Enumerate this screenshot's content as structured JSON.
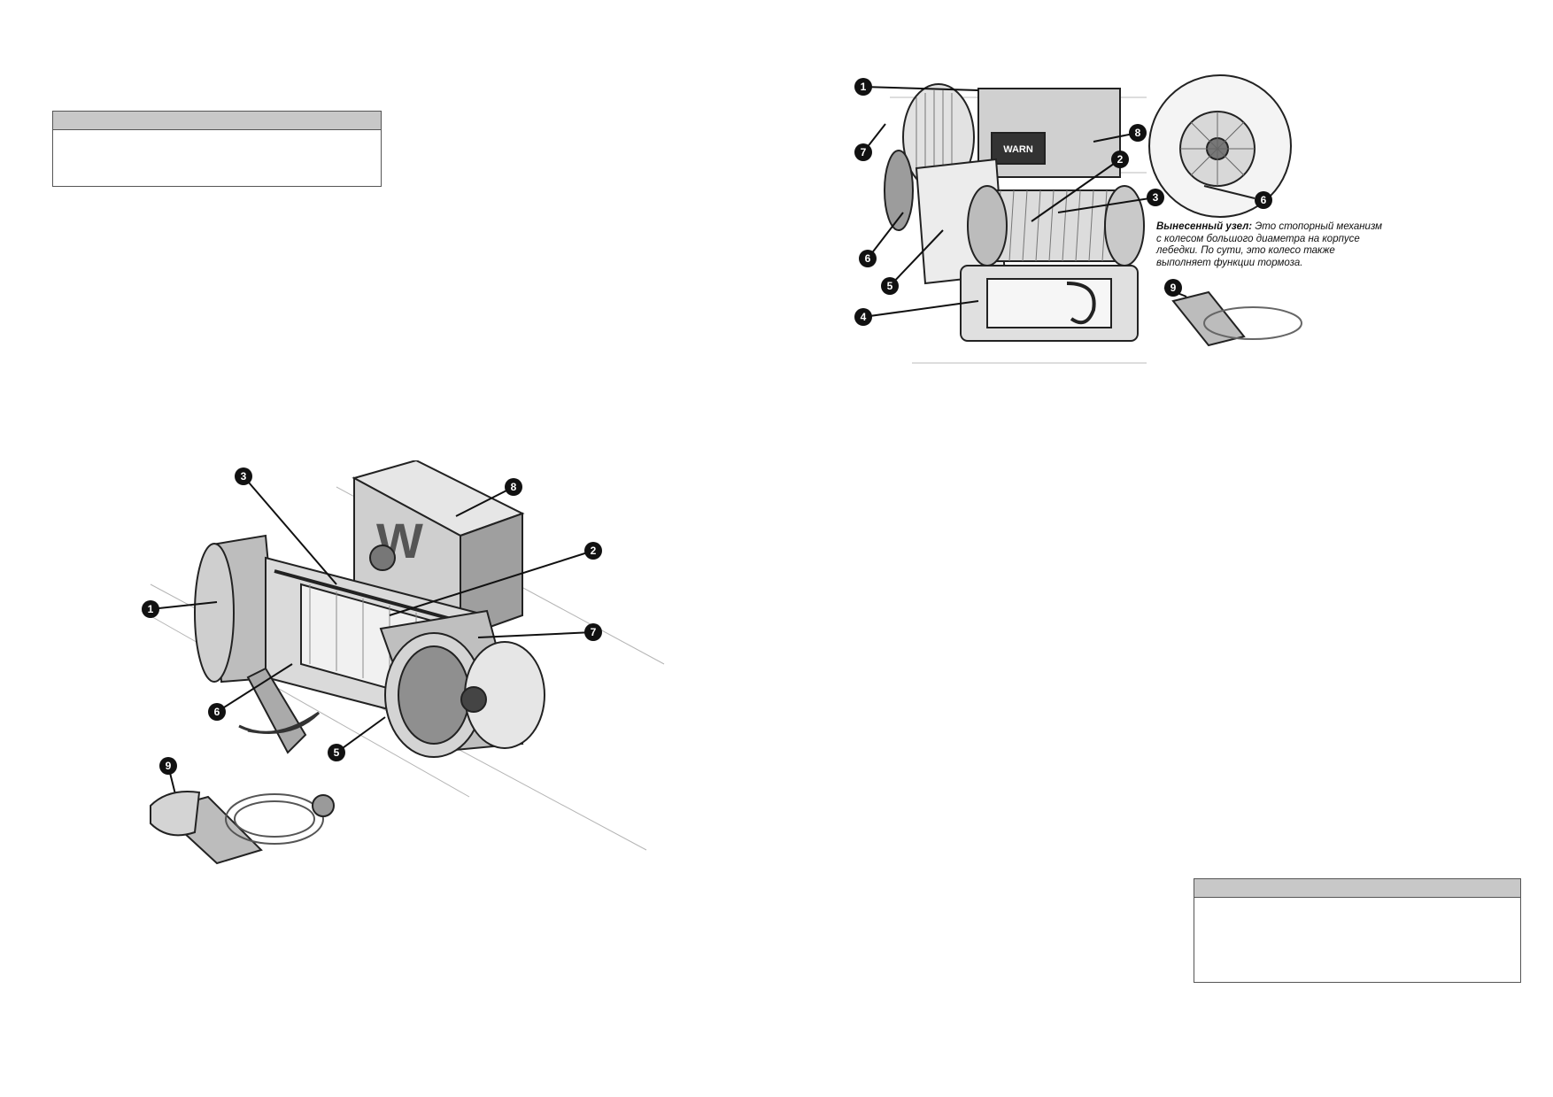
{
  "top_left_box": {
    "header": "",
    "body": ""
  },
  "bottom_right_box": {
    "header": "",
    "body": ""
  },
  "left_figure": {
    "labels": [
      "1",
      "2",
      "3",
      "5",
      "6",
      "7",
      "8",
      "9"
    ],
    "logo_letters": "W"
  },
  "right_figure": {
    "labels": [
      "1",
      "2",
      "3",
      "4",
      "5",
      "6",
      "7",
      "8",
      "9"
    ],
    "inset_label": "6",
    "brand_plate": "WARN",
    "caption_title": "Вынесенный узел:",
    "caption_text": "Это стопорный механизм с колесом большого диаметра на корпусе лебедки. По сути, это колесо также выполняет функции тормоза."
  },
  "colors": {
    "ink": "#1a1a1a",
    "shade": "#9a9a9a",
    "light": "#d9d9d9",
    "header_gray": "#c8c8c8"
  }
}
